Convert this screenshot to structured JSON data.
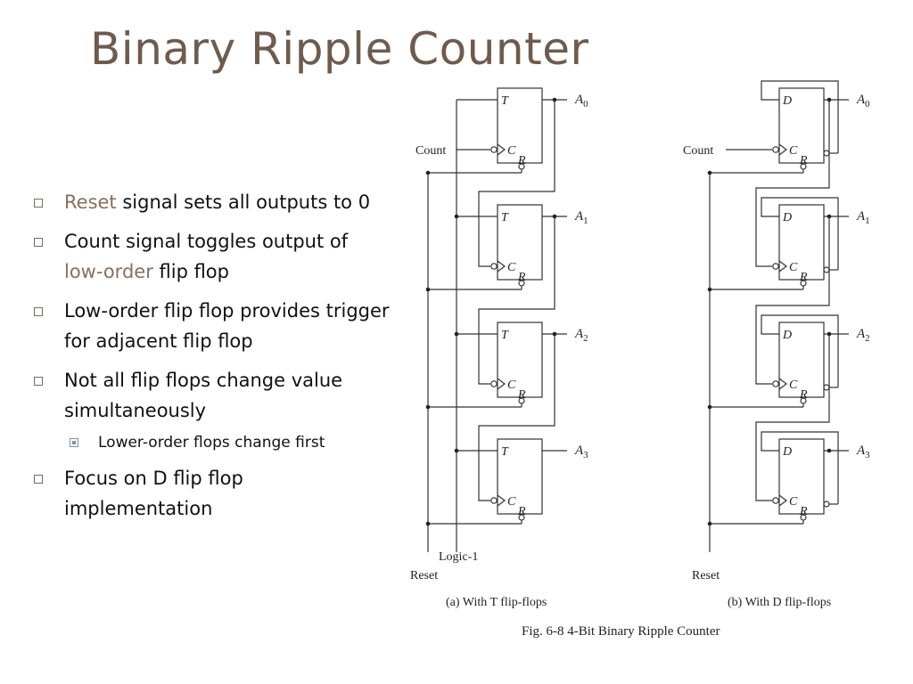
{
  "slide": {
    "title": "Binary Ripple Counter",
    "bullets": [
      {
        "accent": "Reset",
        "rest": " signal sets all outputs to 0"
      },
      {
        "line1": "Count signal toggles output of",
        "accent": "low-order",
        "rest": " flip flop"
      },
      {
        "text": "Low-order flip flop provides trigger for adjacent flip flop"
      },
      {
        "text": "Not all flip flops change value simultaneously"
      },
      {
        "text": "Lower-order flops change first"
      },
      {
        "text": "Focus on D flip flop implementation"
      }
    ]
  },
  "figure": {
    "left": {
      "count_label": "Count",
      "ff_input": "T",
      "clock_label": "C",
      "reset_pin": "R",
      "outputs": [
        "A0",
        "A1",
        "A2",
        "A3"
      ],
      "logic_label": "Logic-1",
      "reset_label": "Reset",
      "caption": "(a) With T flip-flops"
    },
    "right": {
      "count_label": "Count",
      "ff_input": "D",
      "clock_label": "C",
      "reset_pin": "R",
      "outputs": [
        "A0",
        "A1",
        "A2",
        "A3"
      ],
      "reset_label": "Reset",
      "caption": "(b) With D flip-flops"
    },
    "fig_caption": "Fig. 6-8  4-Bit Binary Ripple Counter"
  },
  "colors": {
    "title": "#6f5b4c",
    "accent": "#8a6e5c",
    "bullet_marker": "#7a6a5c",
    "sub_marker": "#7a95a8"
  }
}
